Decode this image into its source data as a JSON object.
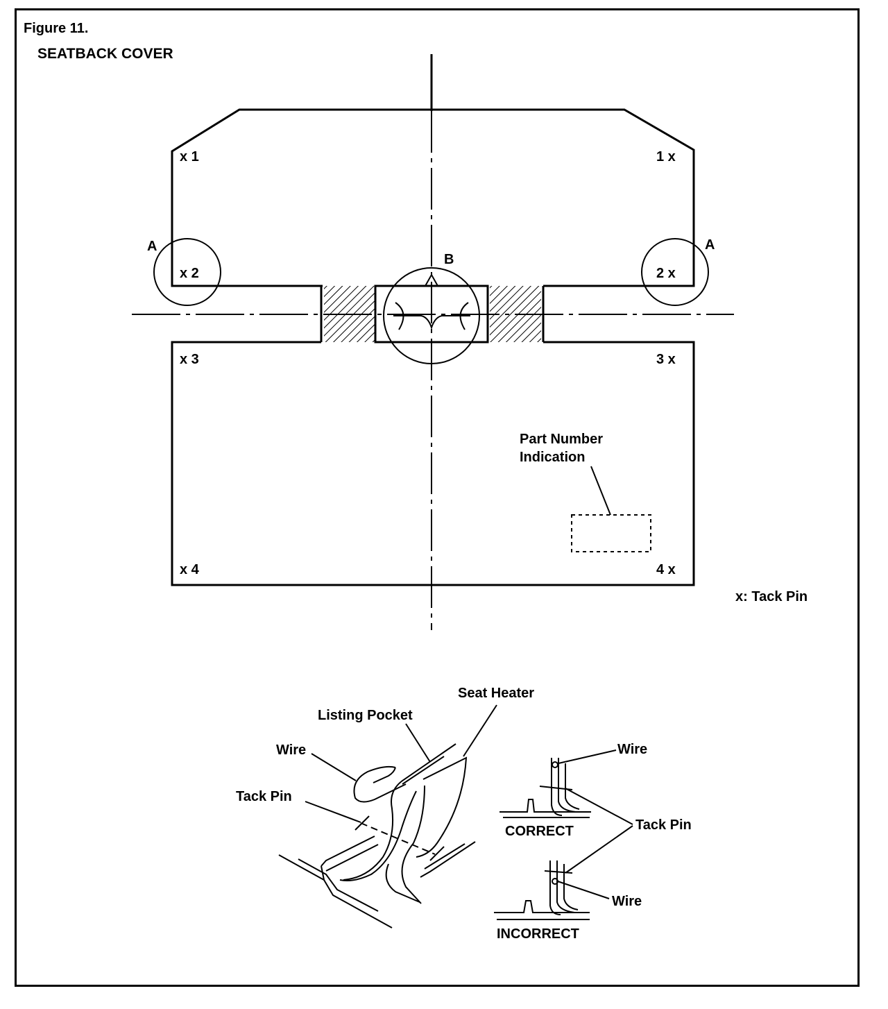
{
  "figure": {
    "title": "Figure 11.",
    "subtitle": "SEATBACK COVER"
  },
  "pins": {
    "top_left": "x  1",
    "top_right": "1  x",
    "a_left": "x  2",
    "a_right": "2  x",
    "mid_left": "x  3",
    "mid_right": "3  x",
    "bottom_left": "x  4",
    "bottom_right": "4  x"
  },
  "callouts": {
    "a_left": "A",
    "a_right": "A",
    "b": "B",
    "part_number_line1": "Part Number",
    "part_number_line2": "Indication",
    "legend": "x: Tack Pin"
  },
  "detail": {
    "seat_heater": "Seat Heater",
    "listing_pocket": "Listing Pocket",
    "wire": "Wire",
    "tack_pin": "Tack Pin"
  },
  "inset": {
    "wire_top": "Wire",
    "correct": "CORRECT",
    "tack_pin": "Tack Pin",
    "wire_bottom": "Wire",
    "incorrect": "INCORRECT"
  }
}
